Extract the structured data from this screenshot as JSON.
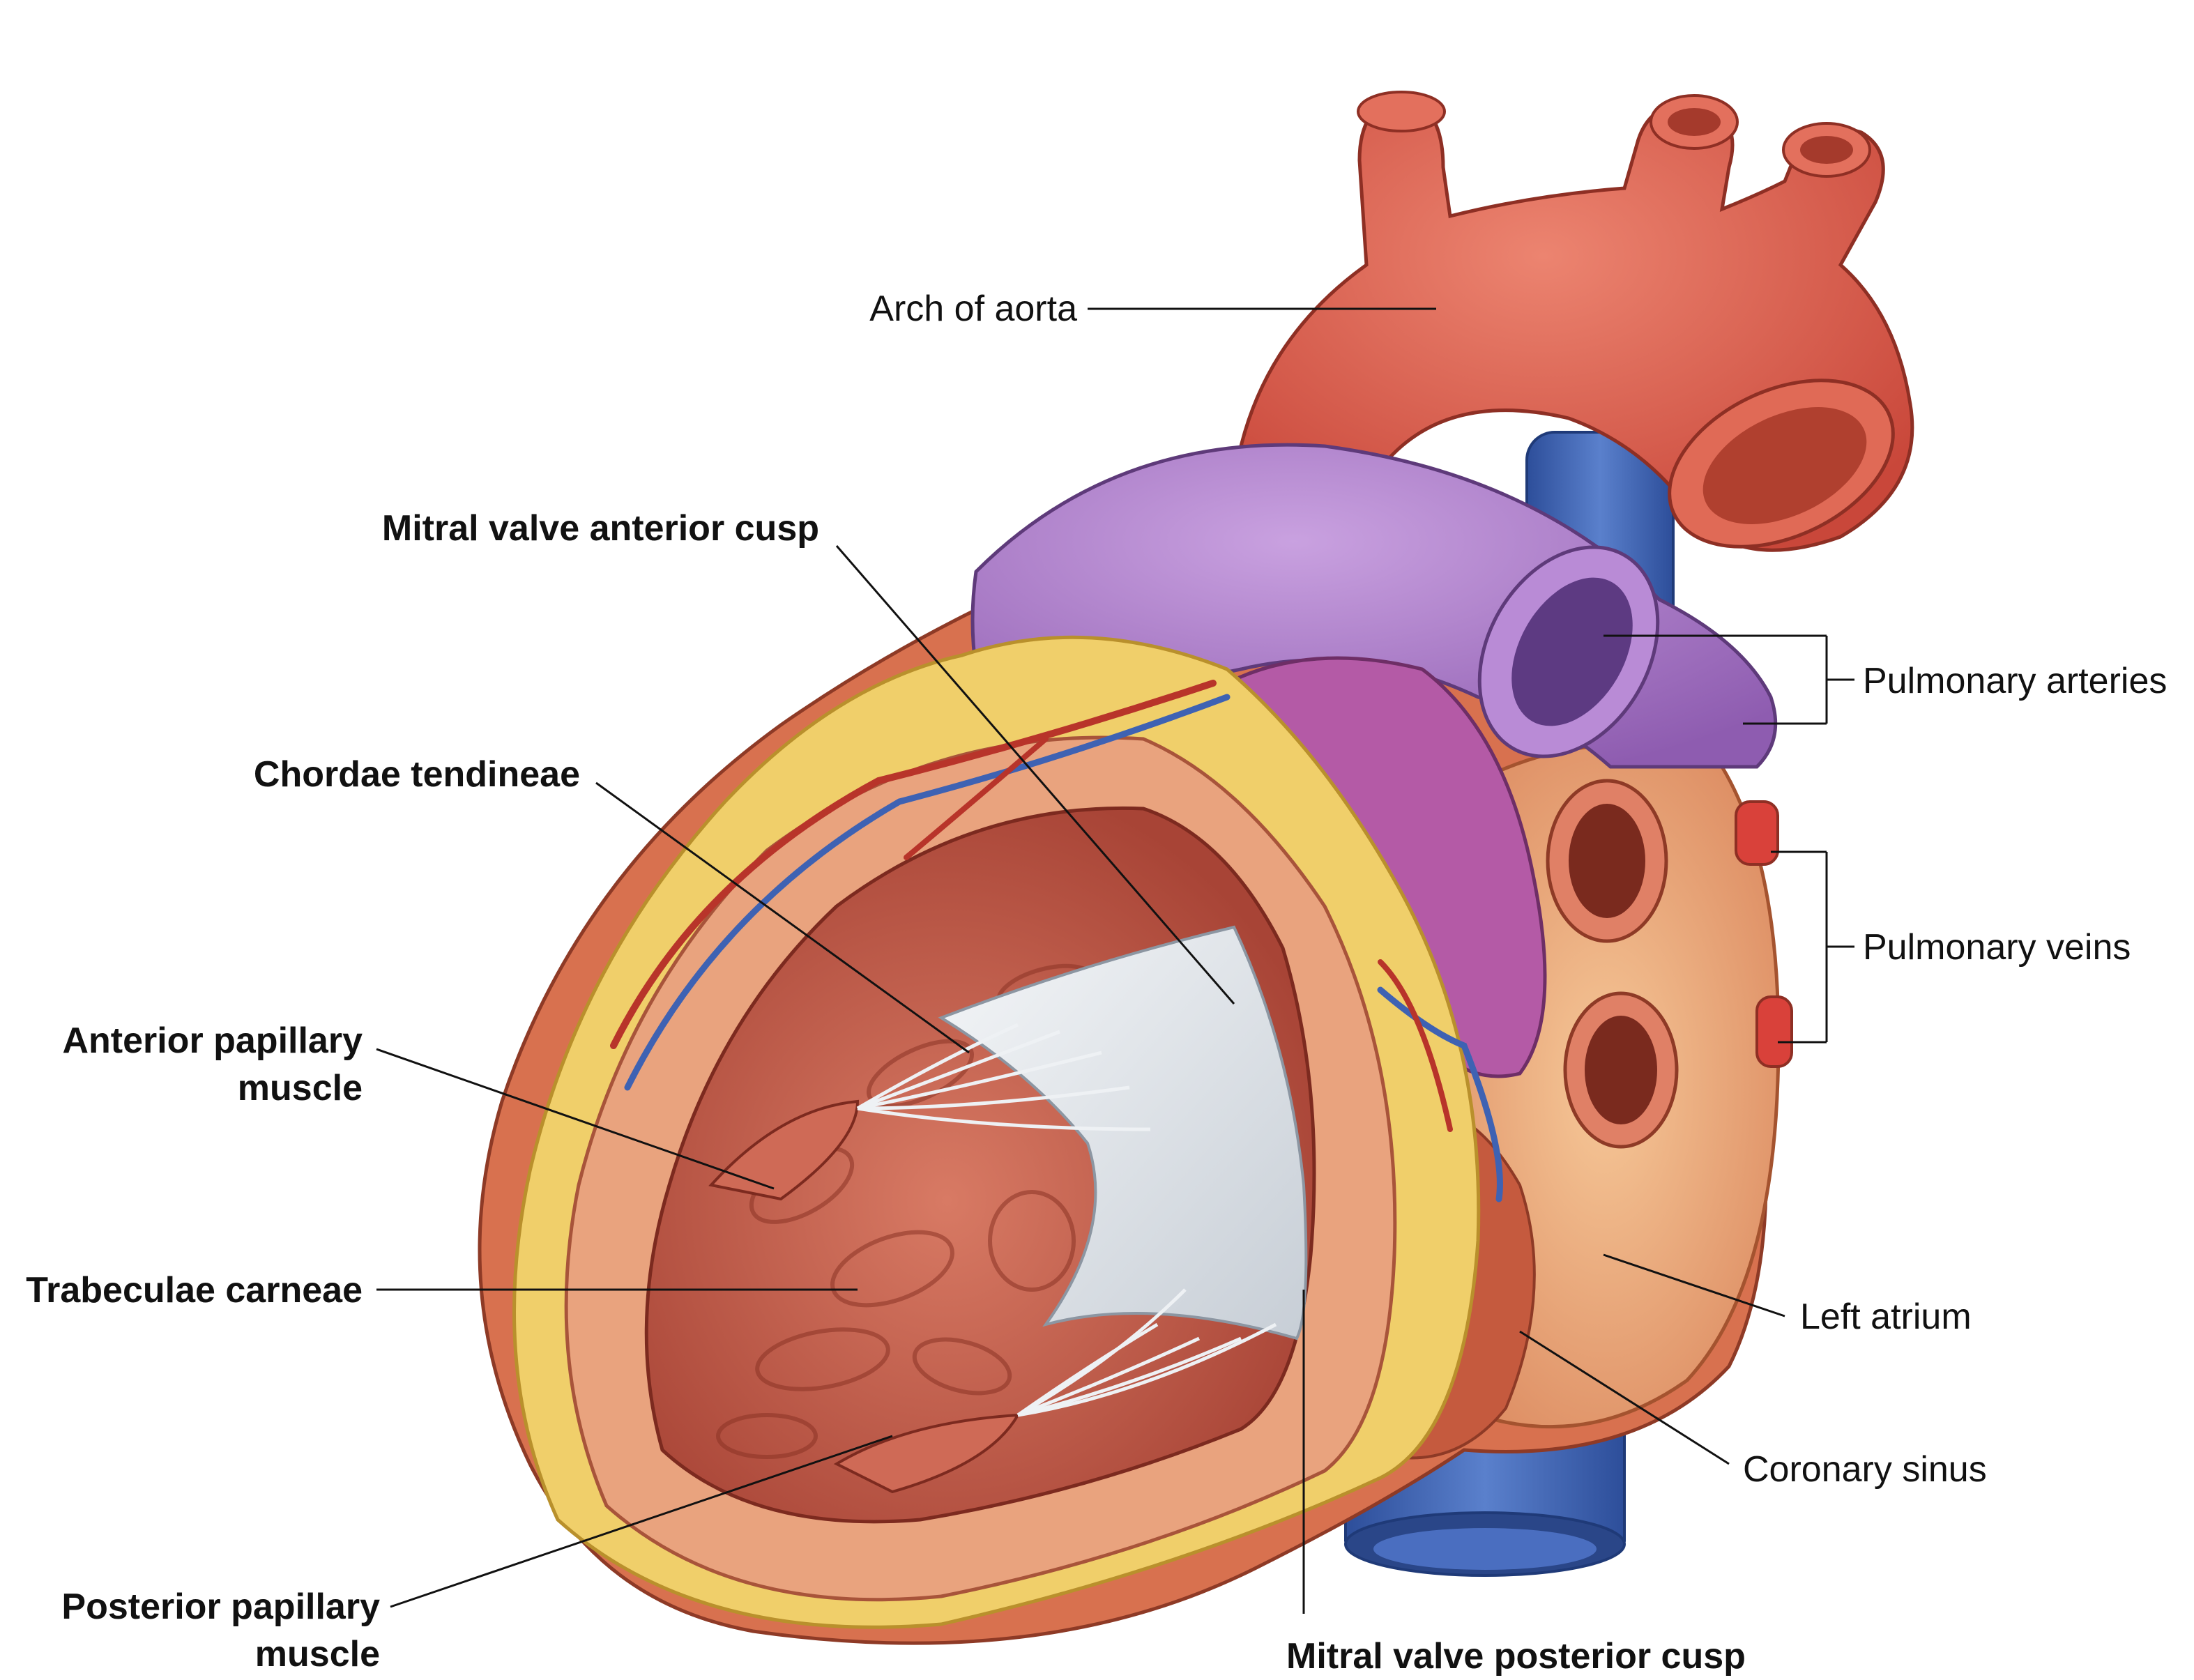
{
  "colors": {
    "aorta": "#d9594a",
    "aorta_dark": "#b8402f",
    "pulmonary_artery": "#a673c4",
    "pulmonary_artery_dark": "#7d4f99",
    "vena_cava": "#3e62b3",
    "myocardium": "#d27a5c",
    "fat": "#f0cf6a",
    "chamber": "#c25a48",
    "valve": "#dfe4ea",
    "left_atrium": "#e49a6a",
    "appendage": "#b45aa6"
  },
  "labels": {
    "arch_of_aorta": "Arch of aorta",
    "mitral_anterior_cusp": "Mitral valve anterior cusp",
    "pulmonary_arteries": "Pulmonary arteries",
    "chordae_tendineae": "Chordae tendineae",
    "pulmonary_veins": "Pulmonary veins",
    "anterior_papillary_line1": "Anterior papillary",
    "anterior_papillary_line2": "muscle",
    "trabeculae_carneae": "Trabeculae carneae",
    "left_atrium": "Left atrium",
    "coronary_sinus": "Coronary sinus",
    "posterior_papillary_line1": "Posterior papillary",
    "posterior_papillary_line2": "muscle",
    "mitral_posterior_cusp": "Mitral valve posterior cusp"
  }
}
